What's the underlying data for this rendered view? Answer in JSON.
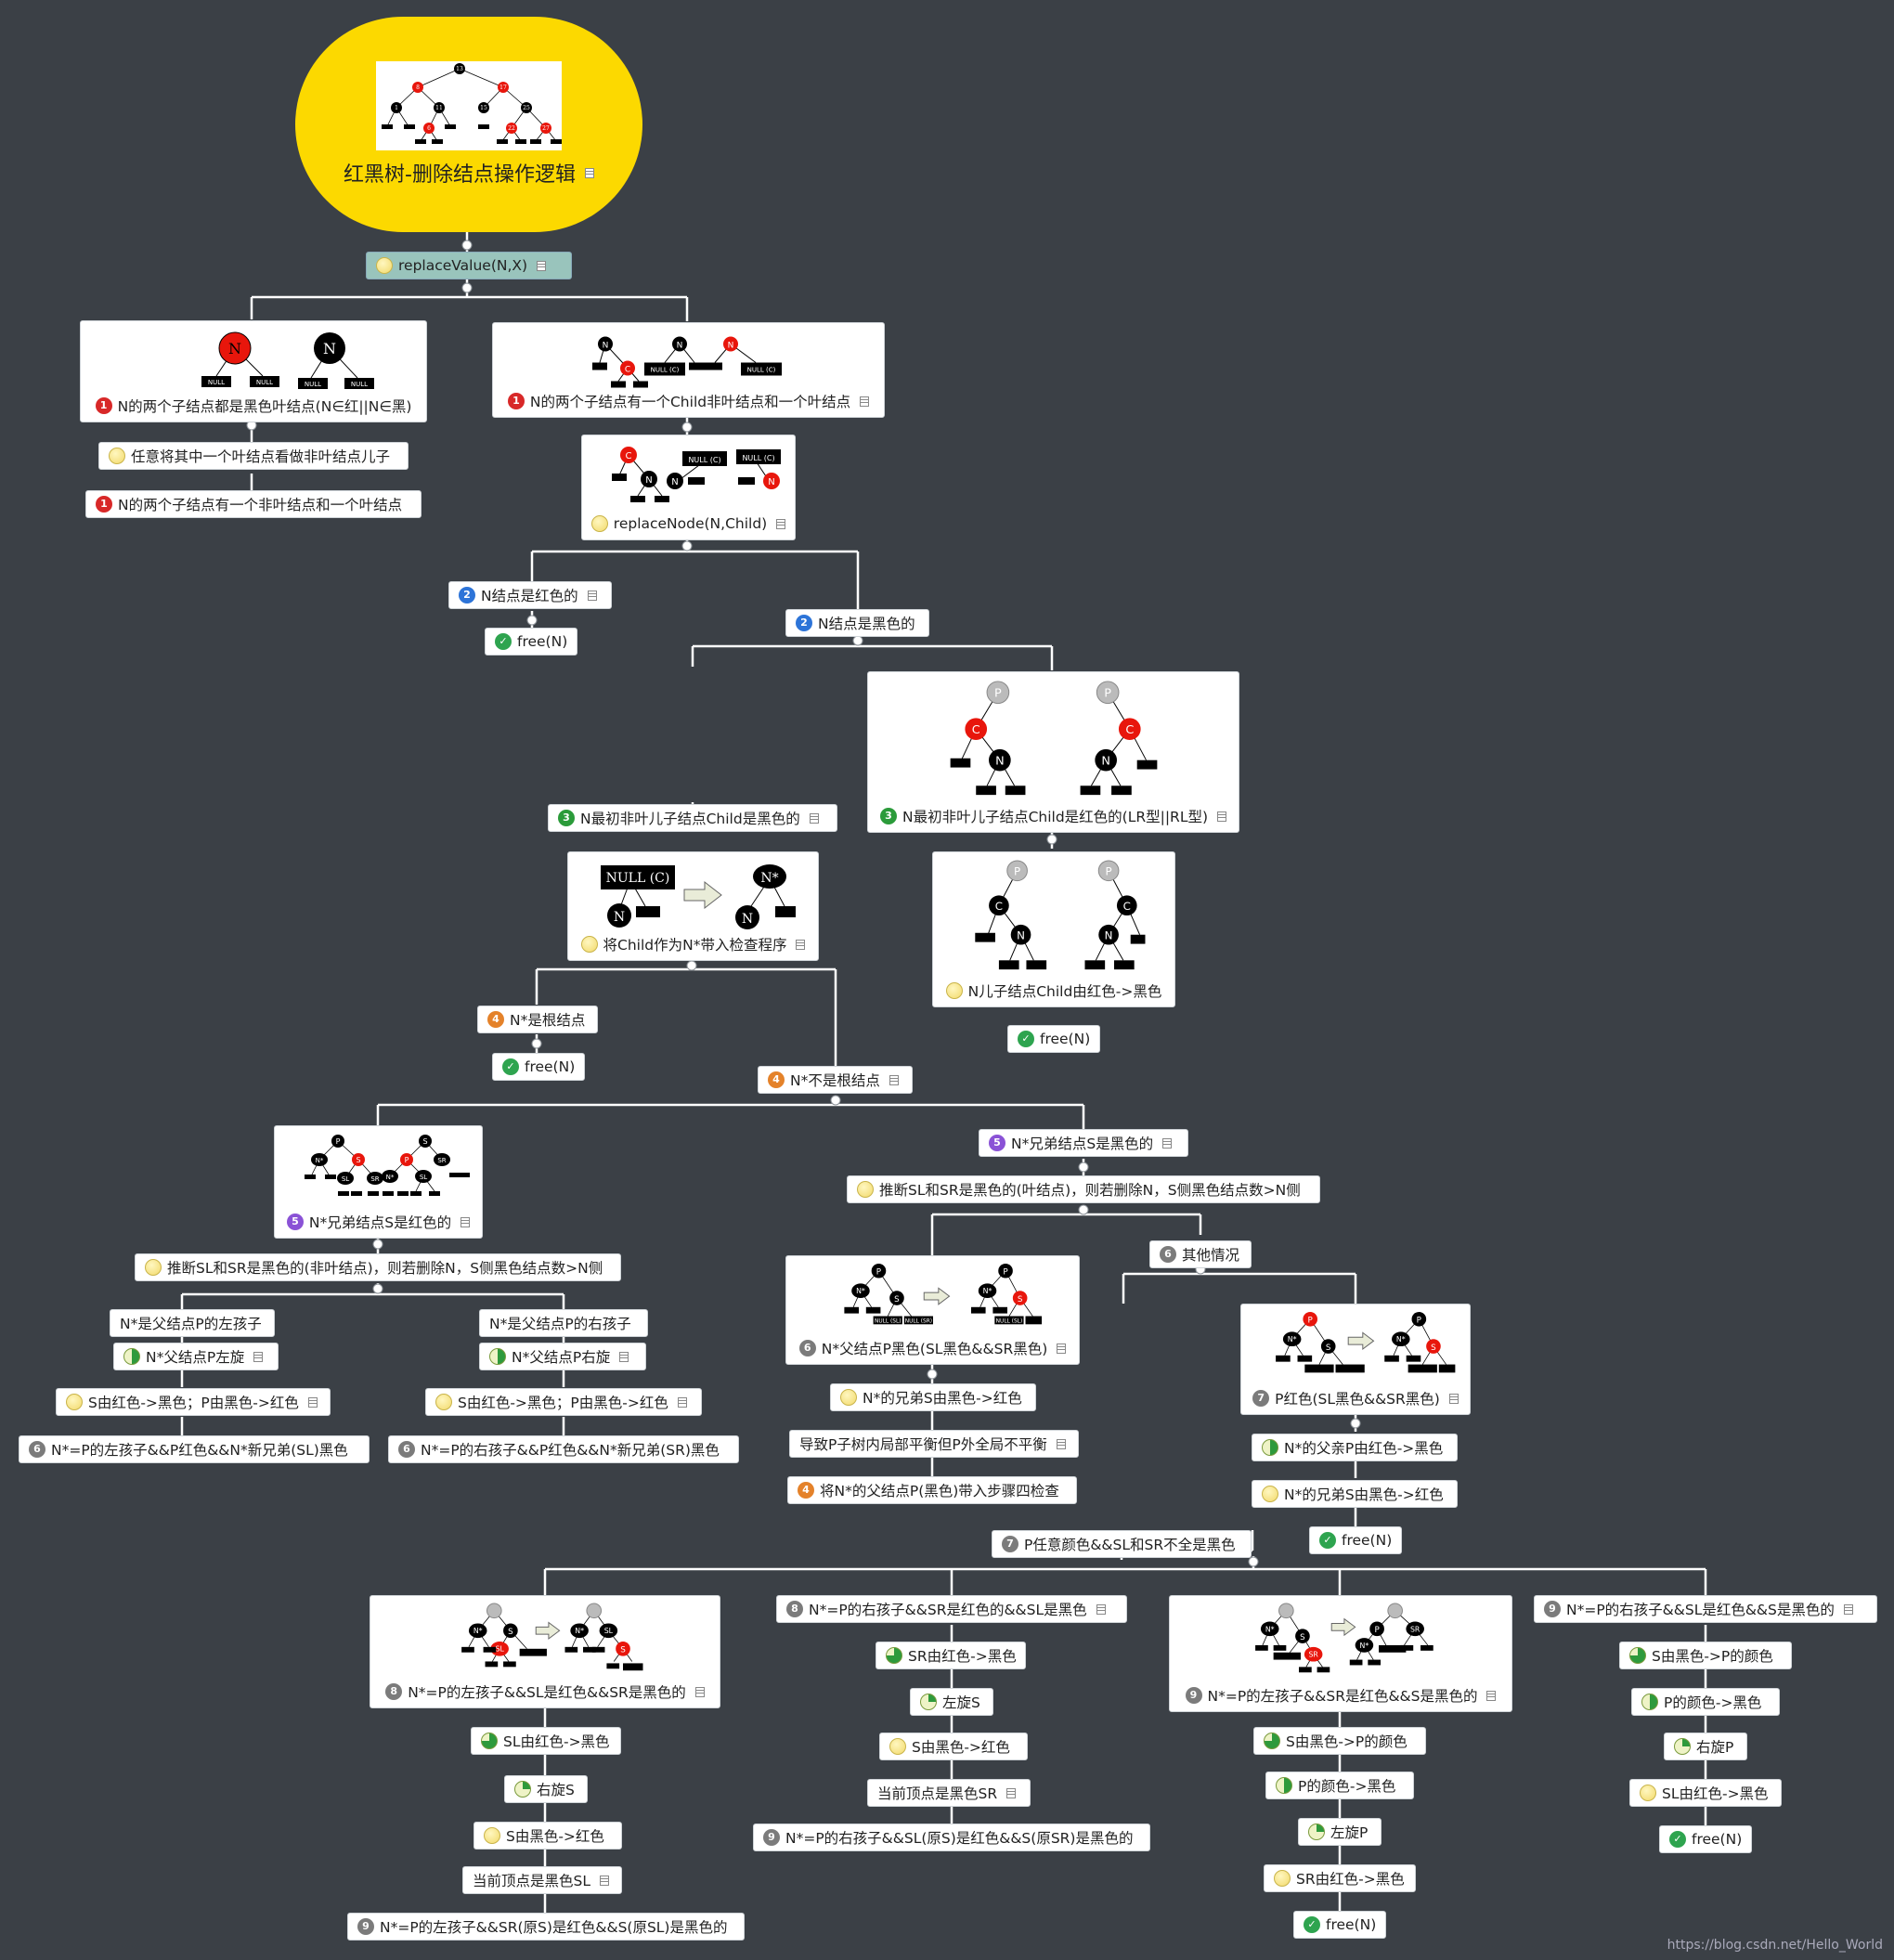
{
  "root": {
    "title": "红黑树-删除结点操作逻辑"
  },
  "nodes": {
    "n1": "replaceValue(N,X)",
    "n2": "N的两个子结点都是黑色叶结点(N∈红||N∈黑)",
    "n3": "任意将其中一个叶结点看做非叶结点儿子",
    "n4": "N的两个子结点有一个非叶结点和一个叶结点",
    "n5": "N的两个子结点有一个Child非叶结点和一个叶结点",
    "n6": "replaceNode(N,Child)",
    "n7": "N结点是红色的",
    "n8": "free(N)",
    "n9": "N结点是黑色的",
    "n10": "N最初非叶儿子结点Child是黑色的",
    "n11": "N最初非叶儿子结点Child是红色的(LR型||RL型)",
    "n12": "将Child作为N*带入检查程序",
    "n13": "N儿子结点Child由红色->黑色",
    "n14": "N*是根结点",
    "n15": "free(N)",
    "n16": "free(N)",
    "n17": "N*不是根结点",
    "n18": "N*兄弟结点S是红色的",
    "n19": "N*兄弟结点S是黑色的",
    "n20": "推断SL和SR是黑色的(非叶结点)，则若删除N，S侧黑色结点数>N侧",
    "n21": "推断SL和SR是黑色的(叶结点)，则若删除N，S侧黑色结点数>N侧",
    "n22": "N*是父结点P的左孩子",
    "n23": "N*是父结点P的右孩子",
    "n24": "N*父结点P左旋",
    "n25": "N*父结点P右旋",
    "n26": "S由红色->黑色；P由黑色->红色",
    "n27": "S由红色->黑色；P由黑色->红色",
    "n28": "N*=P的左孩子&&P红色&&N*新兄弟(SL)黑色",
    "n29": "N*=P的右孩子&&P红色&&N*新兄弟(SR)黑色",
    "n30": "其他情况",
    "n31": "N*父结点P黑色(SL黑色&&SR黑色)",
    "n32": "P红色(SL黑色&&SR黑色)",
    "n33": "N*的兄弟S由黑色->红色",
    "n34": "导致P子树内局部平衡但P外全局不平衡",
    "n35": "将N*的父结点P(黑色)带入步骤四检查",
    "n36": "N*的父亲P由红色->黑色",
    "n37": "N*的兄弟S由黑色->红色",
    "n38": "free(N)",
    "n39": "P任意颜色&&SL和SR不全是黑色",
    "n40": "N*=P的左孩子&&SL是红色&&SR是黑色的",
    "n41": "N*=P的右孩子&&SR是红色的&&SL是黑色",
    "n42": "N*=P的左孩子&&SR是红色&&S是黑色的",
    "n43": "N*=P的右孩子&&SL是红色&&S是黑色的",
    "n44": "SL由红色->黑色",
    "n45": "右旋S",
    "n46": "S由黑色->红色",
    "n47": "当前顶点是黑色SL",
    "n48": "N*=P的左孩子&&SR(原S)是红色&&S(原SL)是黑色的",
    "n49": "SR由红色->黑色",
    "n50": "左旋S",
    "n51": "S由黑色->红色",
    "n52": "当前顶点是黑色SR",
    "n53": "N*=P的右孩子&&SL(原S)是红色&&S(原SR)是黑色的",
    "n54": "S由黑色->P的颜色",
    "n55": "P的颜色->黑色",
    "n56": "左旋P",
    "n57": "SR由红色->黑色",
    "n58": "free(N)",
    "n59": "S由黑色->P的颜色",
    "n60": "P的颜色->黑色",
    "n61": "右旋P",
    "n62": "SL由红色->黑色",
    "n63": "free(N)"
  },
  "labels": {
    "N": "N",
    "C": "C",
    "P": "P",
    "S": "S",
    "SL": "SL",
    "SR": "SR",
    "Nstar": "N*",
    "NULL": "NULL",
    "NULLC": "NULL (C)",
    "NULLSL": "NULL (SL)",
    "NULLSR": "NULL (SR)",
    "t13": "13",
    "t8": "8",
    "t17": "17",
    "t1": "1",
    "t11": "11",
    "t15": "15",
    "t25": "25",
    "t6": "6",
    "t22": "22",
    "t27": "27"
  },
  "watermark": "https://blog.csdn.net/Hello_World",
  "colors": {
    "background": "#3b4046",
    "root": "#fcd900",
    "replace": "#99c4bc",
    "red": "#e8160c",
    "black": "#000000",
    "line": "#ffffff"
  }
}
